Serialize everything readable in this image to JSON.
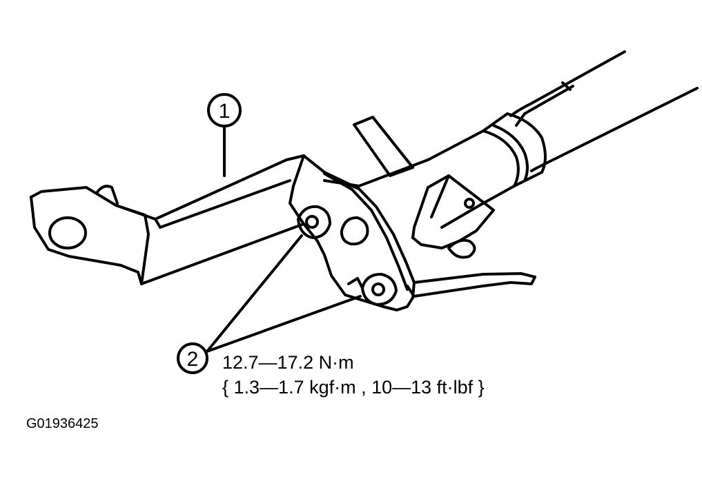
{
  "callouts": {
    "part_1": "1",
    "part_2": "2"
  },
  "torque": {
    "nm": "12.7—17.2 N·m",
    "alt_units": "{ 1.3—1.7 kgf·m , 10—13 ft·lbf }"
  },
  "figure_id": "G01936425",
  "colors": {
    "ink": "#000000",
    "paper": "#ffffff"
  }
}
